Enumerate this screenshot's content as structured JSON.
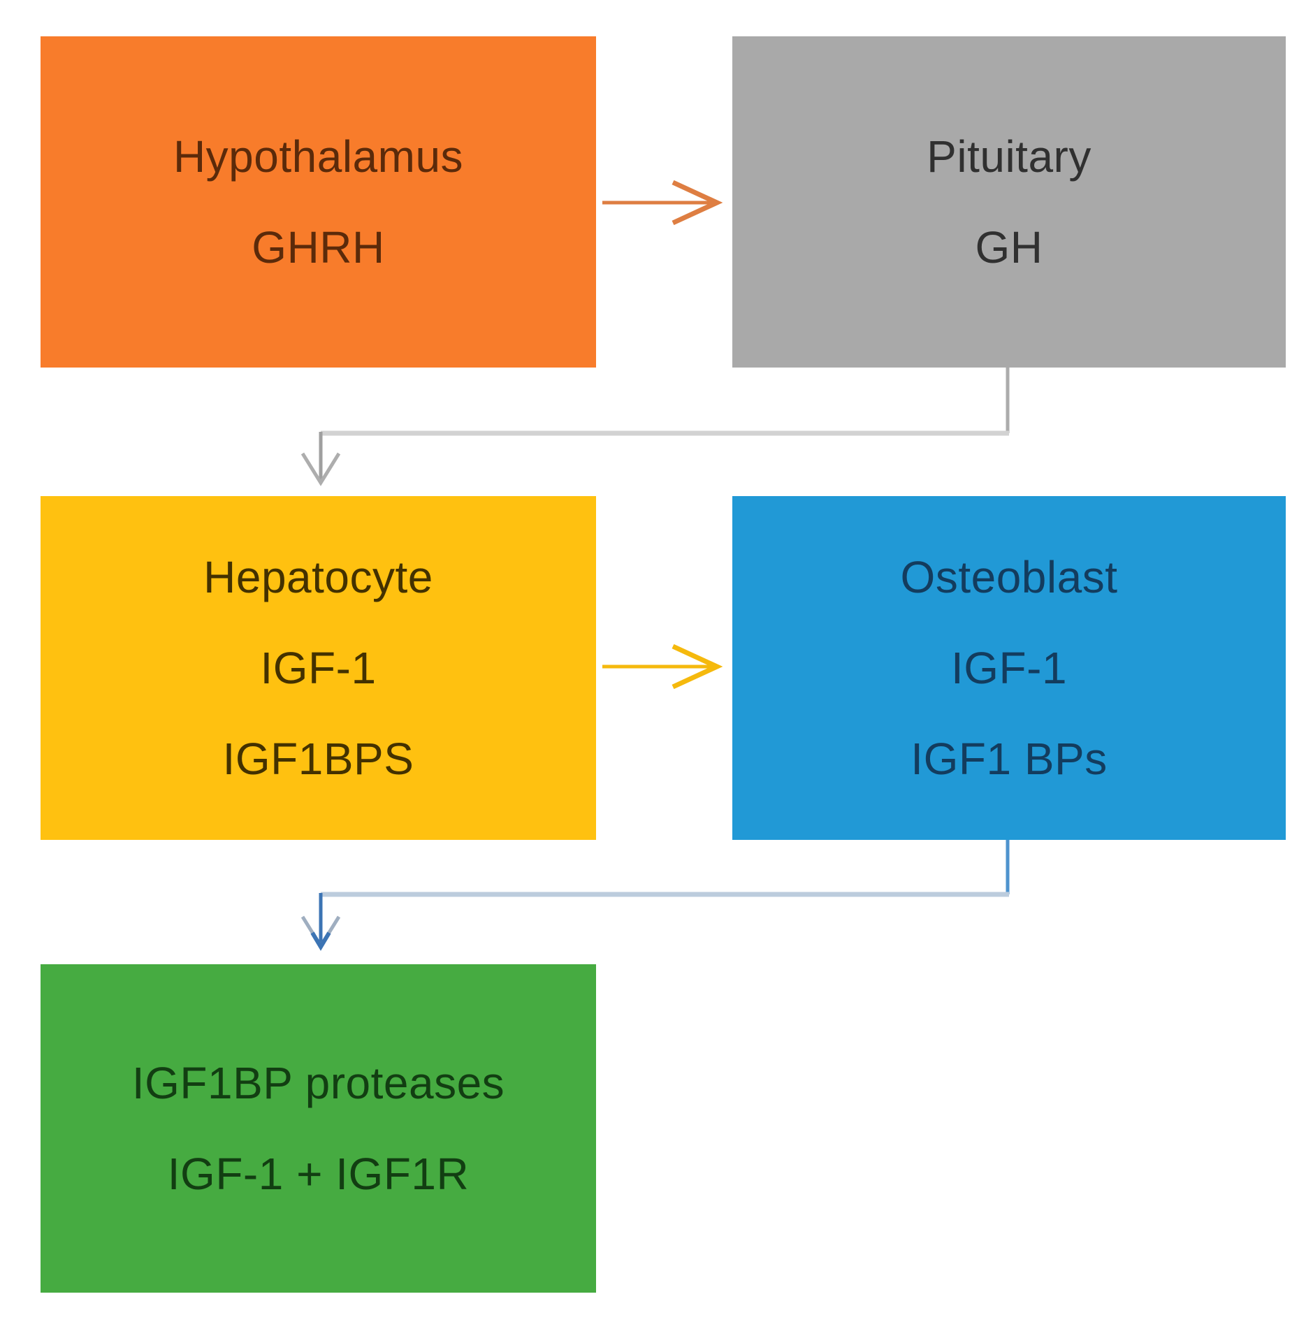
{
  "canvas": {
    "background": "#ffffff"
  },
  "diagram": {
    "boxes": [
      {
        "id": "hypothalamus",
        "lines": [
          "Hypothalamus",
          "GHRH"
        ],
        "fill": "#F87C2B",
        "text_color": "#5B2A0A"
      },
      {
        "id": "pituitary",
        "lines": [
          "Pituitary",
          "GH"
        ],
        "fill": "#A9A9A9",
        "text_color": "#303030"
      },
      {
        "id": "hepatocyte",
        "lines": [
          "Hepatocyte",
          "IGF-1",
          "IGF1BPS"
        ],
        "fill": "#FFC110",
        "text_color": "#433100"
      },
      {
        "id": "osteoblast",
        "lines": [
          "Osteoblast",
          "IGF-1",
          "IGF1 BPs"
        ],
        "fill": "#2199D6",
        "text_color": "#133C5E"
      },
      {
        "id": "igf1bp-proteases",
        "lines": [
          "IGF1BP proteases",
          "IGF-1 + IGF1R"
        ],
        "fill": "#46AB41",
        "text_color": "#123E12"
      }
    ],
    "connectors": [
      {
        "id": "hypothalamus-to-pituitary",
        "from": "hypothalamus",
        "to": "pituitary",
        "color": "#DE7E42"
      },
      {
        "id": "pituitary-to-hepatocyte",
        "from": "pituitary",
        "to": "hepatocyte",
        "stub_color": "#ACACAC",
        "line_color": "#D2D2D2",
        "arrow_color": "#9F9F9F",
        "wing_color": "#ADADAD"
      },
      {
        "id": "hepatocyte-to-osteoblast",
        "from": "hepatocyte",
        "to": "osteoblast",
        "color": "#F5B90D"
      },
      {
        "id": "osteoblast-to-igf1bp-proteases",
        "from": "osteoblast",
        "to": "igf1bp-proteases",
        "stub_color": "#4E93CE",
        "line_color": "#BCCCDD",
        "arrow_color": "#3C74B4",
        "wing_color": "#9FAEC0"
      }
    ]
  }
}
